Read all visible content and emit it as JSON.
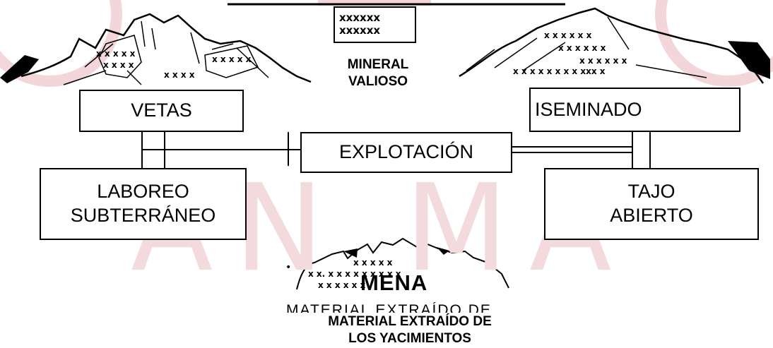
{
  "colors": {
    "watermark": "#f3dadd",
    "seal": "#f2d6da",
    "ink": "#000000"
  },
  "watermark": {
    "text": "AN MA"
  },
  "legend": {
    "swatch_icon": "mineral-pattern-icon",
    "label_line1": "MINERAL",
    "label_line2": "VALIOSO"
  },
  "boxes": {
    "vetas": "VETAS",
    "diseminado": "ISEMINADO",
    "explotacion": "EXPLOTACIÓN",
    "laboreo_line1": "LABOREO",
    "laboreo_line2": "SUBTERRÁNEO",
    "tajo_line1": "TAJO",
    "tajo_line2": "ABIERTO"
  },
  "mena": {
    "label": "MENA",
    "faded_caption": "MATERIAL EXTRAÍDO DE L",
    "caption_line1": "MATERIAL EXTRAÍDO DE",
    "caption_line2": "LOS YACIMIENTOS"
  }
}
